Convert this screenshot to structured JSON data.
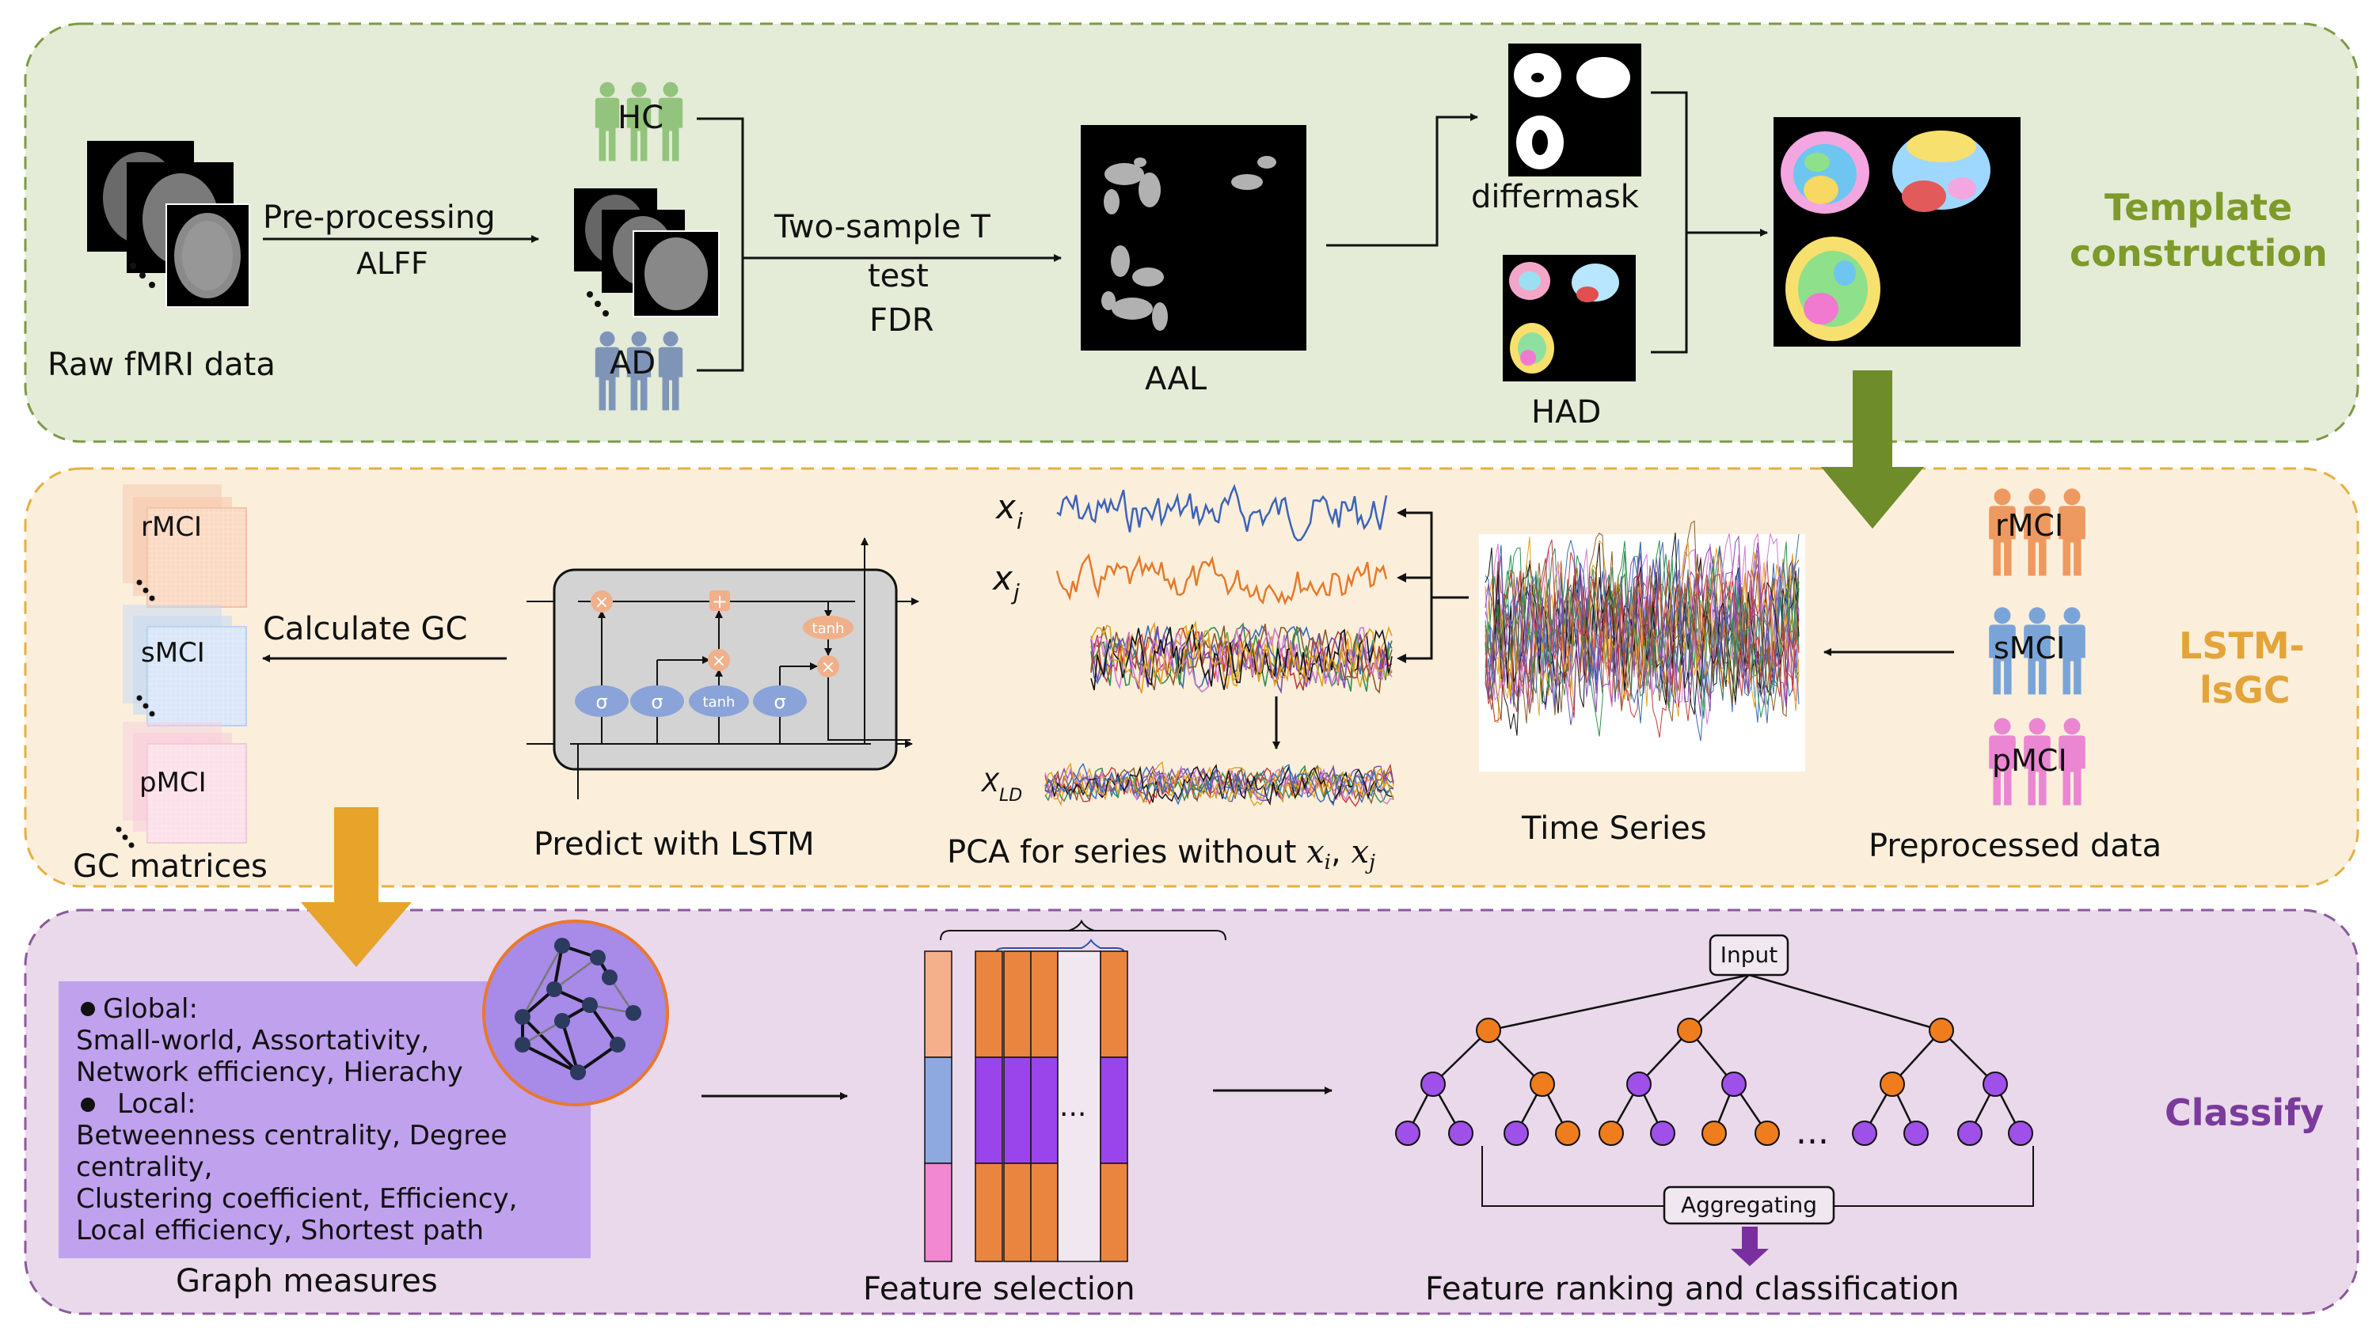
{
  "colors": {
    "panel_top_bg": "#e4ecd7",
    "panel_top_border": "#7d9a45",
    "panel_mid_bg": "#fbefdc",
    "panel_mid_border": "#e3b040",
    "panel_bot_bg": "#ead9ea",
    "panel_bot_border": "#8a5a9c",
    "hc": "#93c47d",
    "ad": "#7f95b8",
    "rmci": "#ee9960",
    "smci": "#7aa4d8",
    "pmci": "#ea86d2",
    "green_arrow": "#6e8c2a",
    "orange_arrow": "#e7a32a",
    "purple": "#7a2fa0",
    "tree_orange": "#ef7d1d",
    "tree_purple": "#9e50e8",
    "feat_orange": "#ea8540",
    "feat_purple": "#9a45ec",
    "feat_pink": "#f287d2",
    "feat_blue": "#8ea9df",
    "feat_peach": "#f4b08a",
    "graph_box": "#c0a1ee"
  },
  "top": {
    "section_title_1": "Template",
    "section_title_2": "construction",
    "raw_label": "Raw fMRI data",
    "preproc_1": "Pre-processing",
    "preproc_2": "ALFF",
    "hc": "HC",
    "ad": "AD",
    "ttest_1": "Two-sample T",
    "ttest_2": "test",
    "ttest_3": "FDR",
    "aal": "AAL",
    "differmask": "differmask",
    "had": "HAD"
  },
  "mid": {
    "section_title_1": "LSTM-",
    "section_title_2": "lsGC",
    "rmci": "rMCI",
    "smci": "sMCI",
    "pmci": "pMCI",
    "gc_matrices": "GC matrices",
    "calc_gc": "Calculate GC",
    "predict_lstm": "Predict with LSTM",
    "gate_sigma": "σ",
    "gate_tanh": "tanh",
    "op_times": "×",
    "op_plus": "+",
    "xi": "x",
    "xi_sub": "i",
    "xj": "x",
    "xj_sub": "j",
    "xld": "X",
    "xld_sub": "LD",
    "pca_label": "PCA for series without",
    "pca_xi": "x",
    "pca_xi_sub": "i",
    "pca_sep": ", ",
    "pca_xj": "x",
    "pca_xj_sub": "j",
    "time_series": "Time Series",
    "preprocessed": "Preprocessed data",
    "p_rmci": "rMCI",
    "p_smci": "sMCI",
    "p_pmci": "pMCI"
  },
  "bot": {
    "section_title": "Classify",
    "global": "Global:",
    "line1": "Small-world, Assortativity,",
    "line2": "Network efficiency, Hierachy",
    "local": "Local:",
    "line3": "Betweenness centrality,  Degree",
    "line4": "centrality,",
    "line5": "Clustering coefficient,  Efficiency,",
    "line6": "Local efficiency, Shortest path",
    "graph_measures": "Graph measures",
    "ellipsis": "...",
    "feature_selection": "Feature selection",
    "input": "Input",
    "aggregating": "Aggregating",
    "feature_rank": "Feature ranking and classification",
    "tree_ellipsis": "..."
  }
}
